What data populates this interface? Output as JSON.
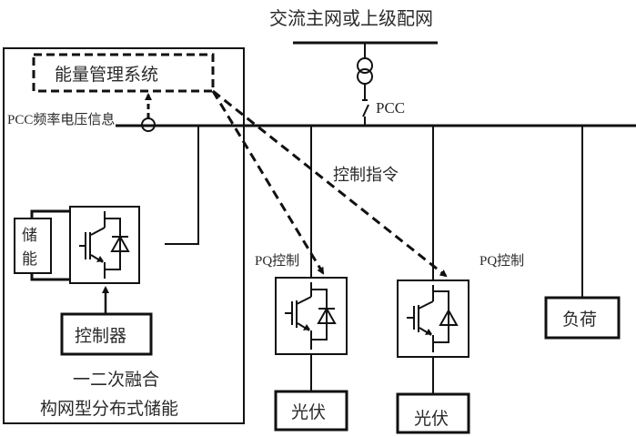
{
  "diagram": {
    "grid_title": "交流主网或上级配网",
    "pcc_label": "PCC",
    "ems_label": "能量管理系统",
    "pcc_info_label": "PCC频率电压信息",
    "control_command_label": "控制指令",
    "storage_label_line1": "储",
    "storage_label_line2": "能",
    "controller_label": "控制器",
    "grid_forming_caption_line1": "一二次融合",
    "grid_forming_caption_line2": "构网型分布式储能",
    "pq_control_label_1": "PQ控制",
    "pq_control_label_2": "PQ控制",
    "pv_label_1": "光伏",
    "pv_label_2": "光伏",
    "load_label": "负荷",
    "colors": {
      "line": "#1a1a1a",
      "text": "#2a2a2a",
      "background": "#ffffff"
    }
  }
}
